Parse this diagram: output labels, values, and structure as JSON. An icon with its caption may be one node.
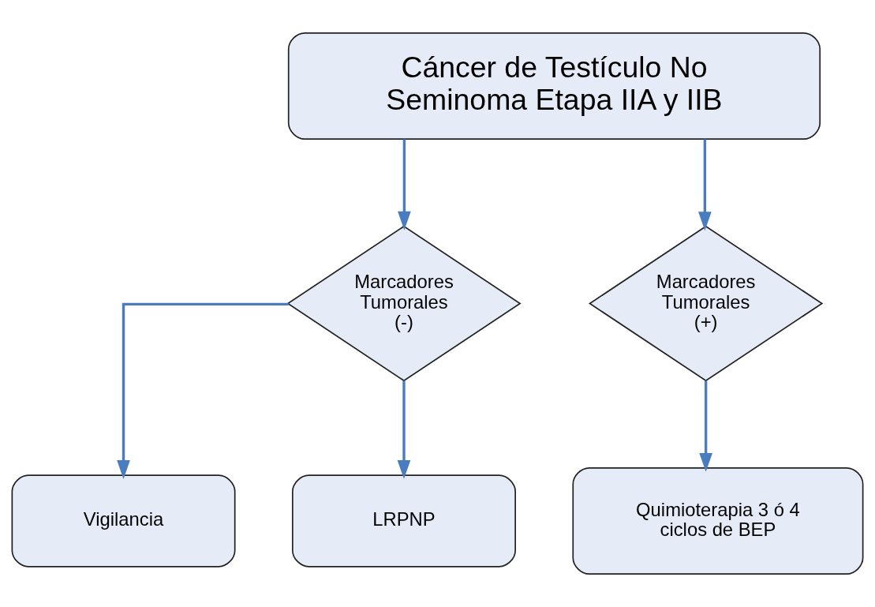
{
  "diagram": {
    "nodes": [
      {
        "text": [
          "Cáncer de Testículo No Seminoma Etapa IIA y IIB"
        ]
      },
      {
        "text": [
          "Marcadores Tumorales (-)"
        ]
      },
      {
        "text": [
          "Marcadores Tumorales (+)"
        ]
      },
      {
        "text": [
          "Vigilancia"
        ]
      },
      {
        "text": [
          "LRPNP"
        ]
      },
      {
        "text": [
          "Quimioterapia 3 ó 4 ciclos de BEP"
        ]
      }
    ],
    "edges": [
      {
        "from": 0,
        "to": 1,
        "arrow": "to"
      },
      {
        "from": 0,
        "to": 2,
        "arrow": "to"
      },
      {
        "from": 1,
        "to": 3,
        "arrow": "to"
      },
      {
        "from": 1,
        "to": 4,
        "arrow": "to"
      },
      {
        "from": 2,
        "to": 5,
        "arrow": "to"
      }
    ]
  }
}
